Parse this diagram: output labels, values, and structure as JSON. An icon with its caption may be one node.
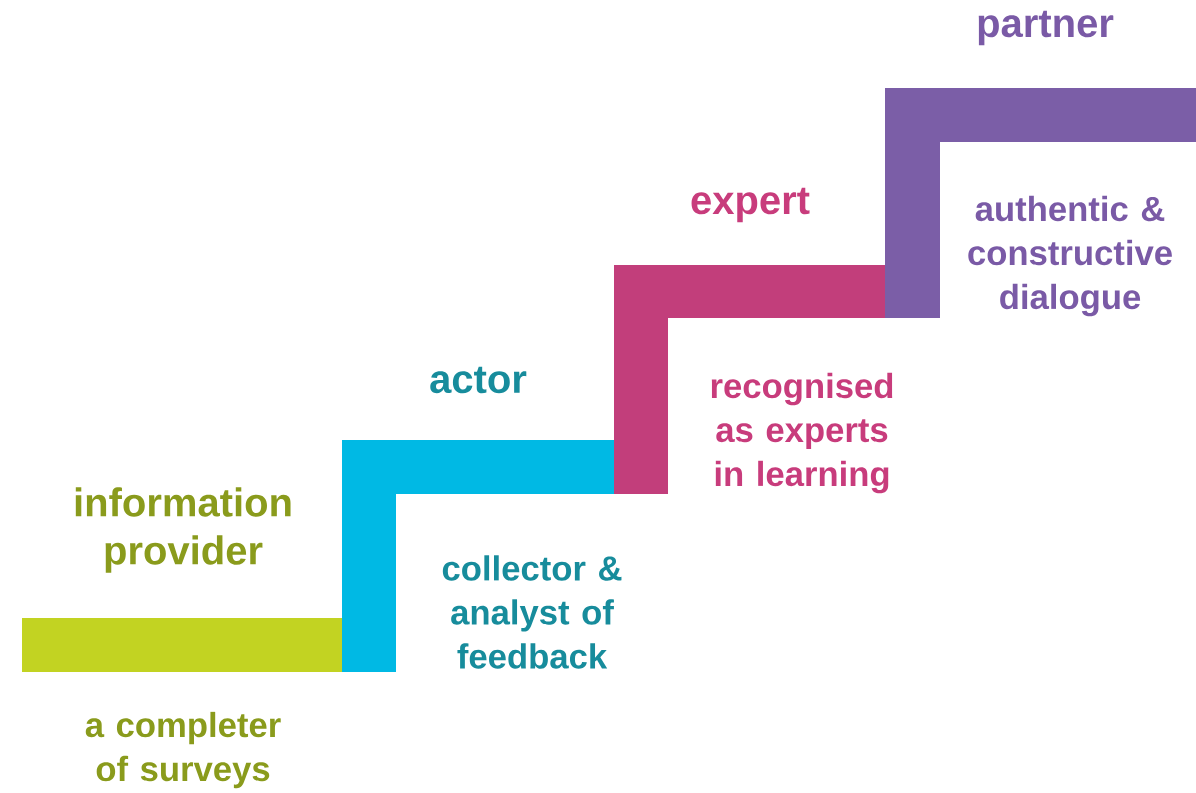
{
  "diagram": {
    "nodes": [
      {
        "text": [
          "information provider",
          "a completer of surveys"
        ]
      },
      {
        "text": [
          "actor",
          "collector & analyst of feedback"
        ]
      },
      {
        "text": [
          "expert",
          "recognised as experts in learning"
        ]
      },
      {
        "text": [
          "partner",
          "authentic & constructive dialogue"
        ]
      }
    ]
  }
}
